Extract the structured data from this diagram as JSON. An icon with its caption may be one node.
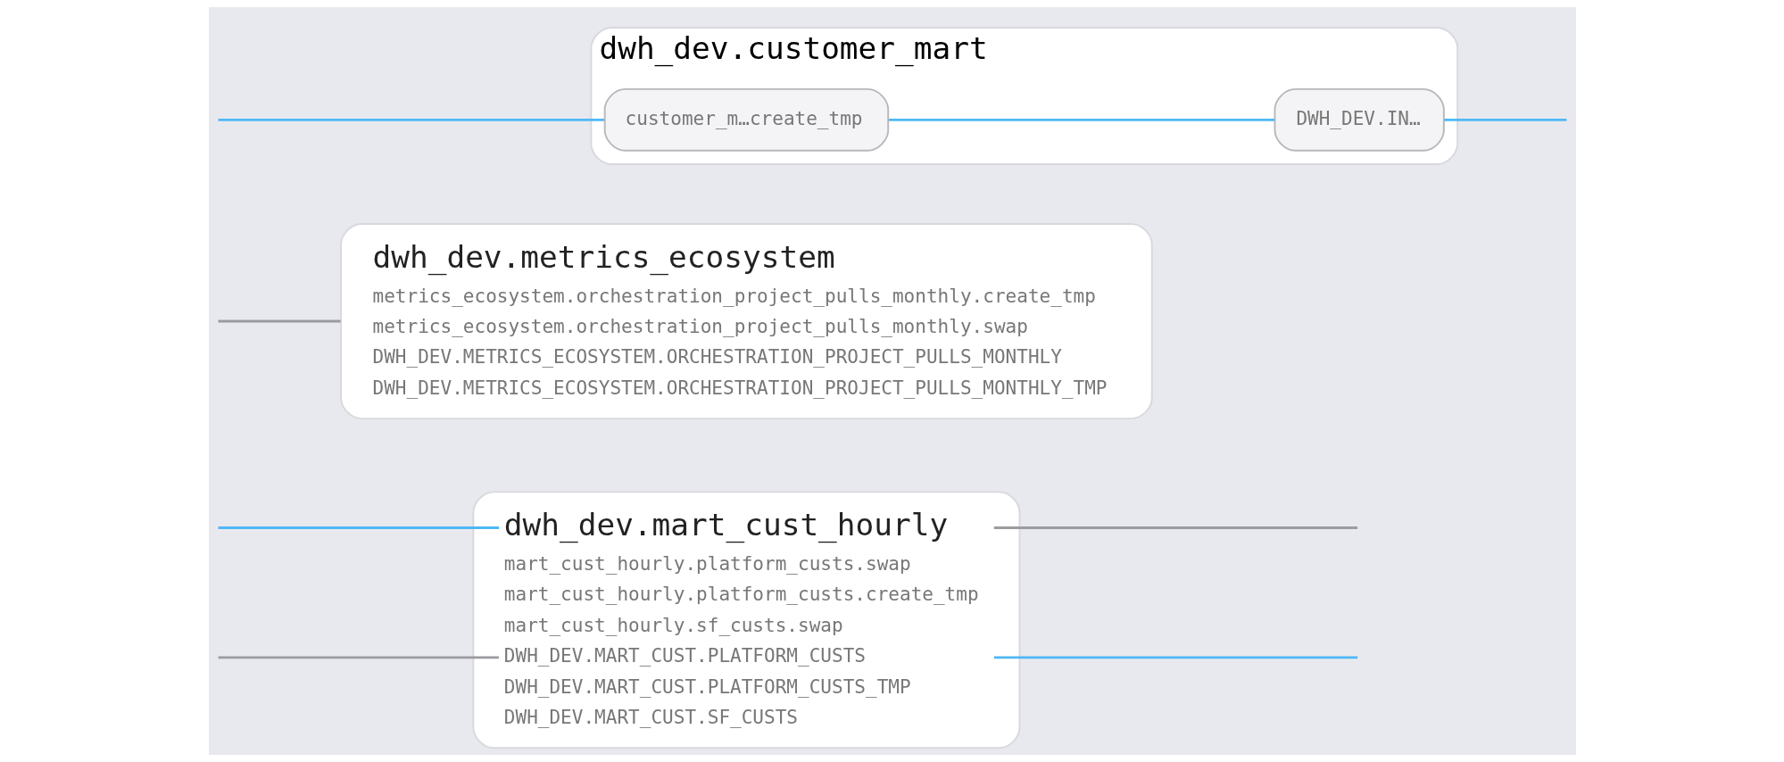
{
  "diagram": {
    "nodes": [
      {
        "text": [
          "dwh_dev.mart_cust_hourly",
          "mart_cust_hourly.platform_custs.swap",
          "mart_cust_hourly.platform_custs.create_tmp",
          "mart_cust_hourly.sf_custs.swap",
          "DWH_DEV.MART_CUST.PLATFORM_CUSTS",
          "DWH_DEV.MART_CUST.PLATFORM_CUSTS_TMP",
          "DWH_DEV.MART_CUST.SF_CUSTS"
        ]
      },
      {
        "text": [
          "dwh_dev.metrics_ecosystem",
          "metrics_ecosystem.orchestration_project_pulls_monthly.create_tmp",
          "metrics_ecosystem.orchestration_project_pulls_monthly.swap",
          "DWH_DEV.METRICS_ECOSYSTEM.ORCHESTRATION_PROJECT_PULLS_MONTHLY",
          "DWH_DEV.METRICS_ECOSYSTEM.ORCHESTRATION_PROJECT_PULLS_MONTHLY_TMP"
        ]
      },
      {
        "text": [
          "dwh_dev.customer_mart"
        ]
      },
      {
        "text": [
          "customer_m…create_tmp"
        ],
        "in": 2
      },
      {
        "text": [
          "DWH_DEV.IN…"
        ],
        "in": 2
      }
    ],
    "edges": [
      {
        "from": 0,
        "to": null,
        "arrow": "none",
        "color": "#9b9ba0"
      },
      {
        "from": 0,
        "to": null,
        "arrow": "none",
        "color": "#4fb8f5"
      },
      {
        "from": null,
        "to": 0,
        "arrow": "none",
        "color": "#4fb8f5"
      },
      {
        "from": null,
        "to": 0,
        "arrow": "none",
        "color": "#9b9ba0"
      },
      {
        "from": null,
        "to": 1,
        "arrow": "none",
        "color": "#9b9ba0"
      },
      {
        "from": null,
        "to": 3,
        "arrow": "none"
      },
      {
        "from": 3,
        "to": 4,
        "arrow": "none"
      },
      {
        "from": 4,
        "to": null,
        "arrow": "none"
      }
    ]
  }
}
